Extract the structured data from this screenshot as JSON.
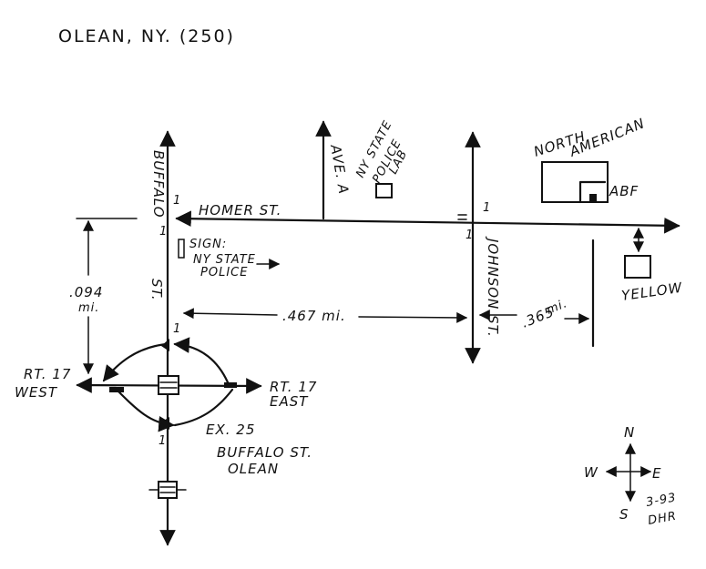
{
  "header": {
    "title": "OLEAN, NY. (250)"
  },
  "streets": {
    "buffalo_vertical": "BUFFALO",
    "buffalo_st_abbrev": "ST.",
    "homer": "HOMER ST.",
    "ave_a": "AVE. A",
    "johnson": "JOHNSON ST."
  },
  "landmarks": {
    "lab_line1": "NY STATE",
    "lab_line2": "POLICE",
    "lab_line3": "LAB",
    "na_line1": "NORTH",
    "na_line2": "AMERICAN",
    "abf": "ABF",
    "yellow": "YELLOW",
    "sign_line1": "SIGN:",
    "sign_line2": "NY STATE",
    "sign_line3": "POLICE"
  },
  "distances": {
    "d1_value": ".094",
    "d1_unit": "mi.",
    "d2": ".467 mi.",
    "d3_value": ".365",
    "d3_unit": "mi."
  },
  "routes": {
    "west_line1": "RT. 17",
    "west_line2": "WEST",
    "east_line1": "RT. 17",
    "east_line2": "EAST",
    "exit": "EX. 25",
    "exit_name1": "BUFFALO ST.",
    "exit_name2": "OLEAN"
  },
  "compass": {
    "n": "N",
    "s": "S",
    "e": "E",
    "w": "W"
  },
  "signature": {
    "date": "3-93",
    "initials": "DHR"
  },
  "markers": {
    "one": "1"
  }
}
